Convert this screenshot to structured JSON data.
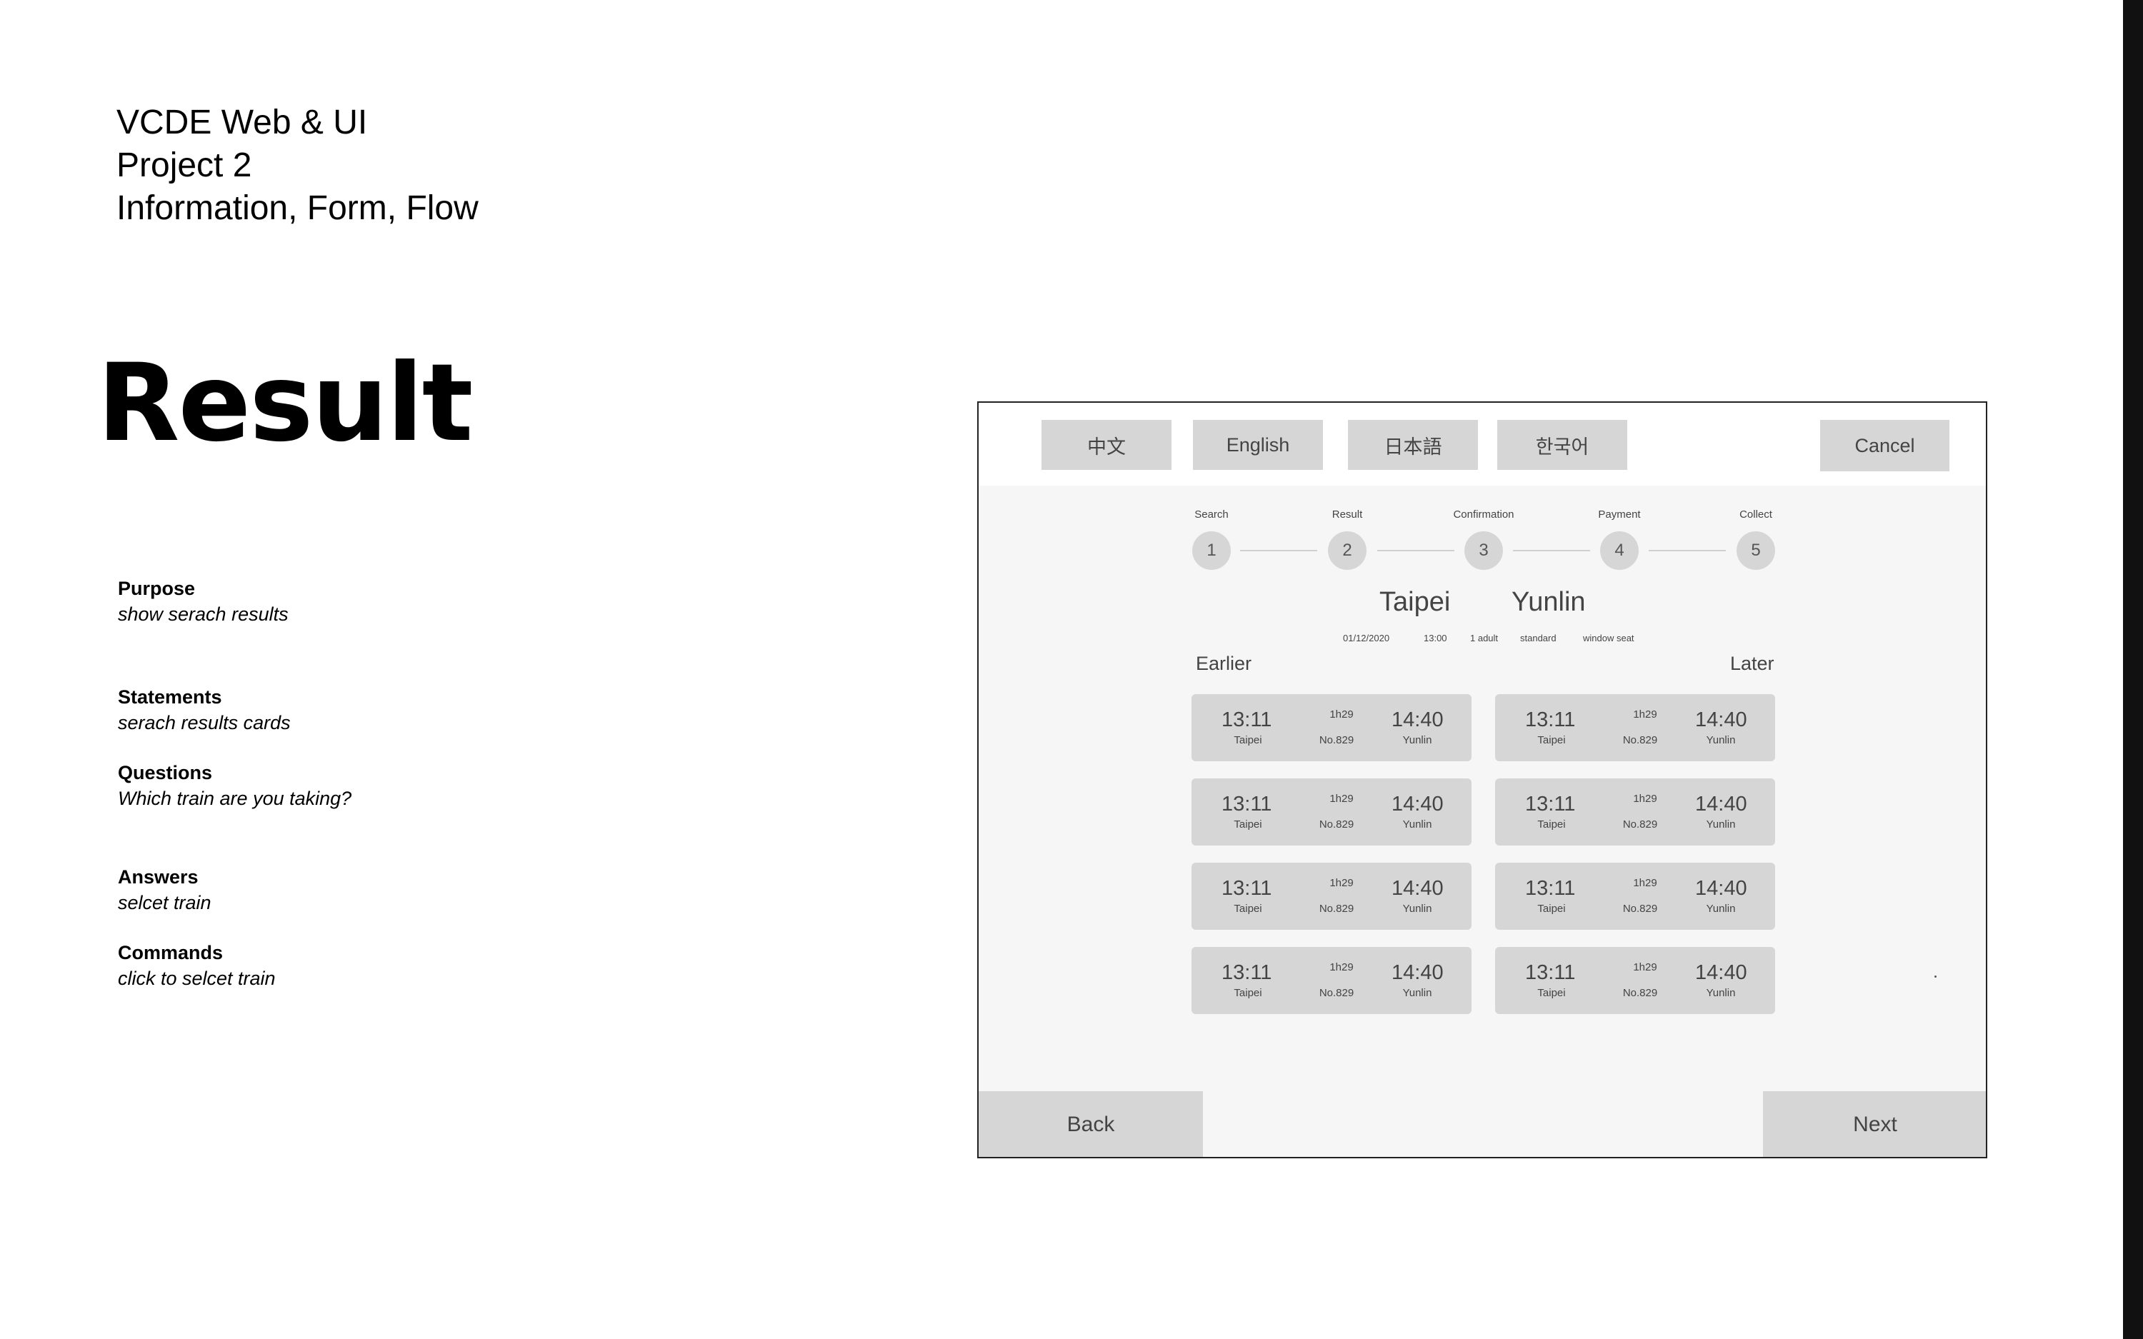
{
  "course": {
    "line1": "VCDE Web & UI",
    "line2": "Project 2",
    "line3": "Information, Form, Flow"
  },
  "page_title": "Result",
  "spec": [
    {
      "heading": "Purpose",
      "value": "show serach results"
    },
    {
      "heading": "Statements",
      "value": "serach results cards"
    },
    {
      "heading": "Questions",
      "value": "Which train are you taking?"
    },
    {
      "heading": "Answers",
      "value": "selcet train"
    },
    {
      "heading": "Commands",
      "value": "click to selcet train"
    }
  ],
  "languages": [
    "中文",
    "English",
    "日本語",
    "한국어"
  ],
  "cancel_label": "Cancel",
  "steps": [
    {
      "label": "Search",
      "num": "1"
    },
    {
      "label": "Result",
      "num": "2"
    },
    {
      "label": "Confirmation",
      "num": "3"
    },
    {
      "label": "Payment",
      "num": "4"
    },
    {
      "label": "Collect",
      "num": "5"
    }
  ],
  "route": {
    "from": "Taipei",
    "to": "Yunlin"
  },
  "meta": {
    "date": "01/12/2020",
    "time": "13:00",
    "passengers": "1 adult",
    "class": "standard",
    "seat": "window seat"
  },
  "earlier_label": "Earlier",
  "later_label": "Later",
  "result": {
    "dep": "13:11",
    "arr": "14:40",
    "dur": "1h29",
    "no": "No.829",
    "from": "Taipei",
    "to": "Yunlin"
  },
  "nav": {
    "back": "Back",
    "next": "Next"
  }
}
